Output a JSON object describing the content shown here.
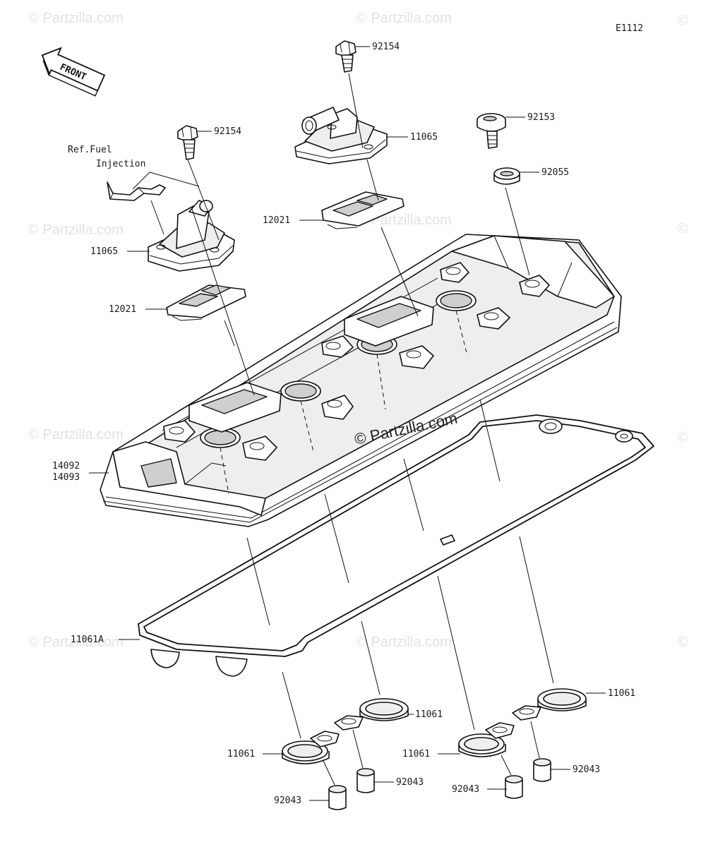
{
  "diagram_code": "E1112",
  "watermark": "Partzilla.com",
  "watermark_symbol": "©",
  "front_label": "FRONT",
  "reference_note": [
    "Ref.Fuel",
    "Injection"
  ],
  "callouts": {
    "bolt_center": "92154",
    "bolt_left": "92154",
    "cap_bolt_right": "92153",
    "breather_cover_center": "11065",
    "breather_cover_left": "11065",
    "plate_center": "12021",
    "plate_left": "12021",
    "washer_right": "92055",
    "cover_a": "14092",
    "cover_b": "14093",
    "head_gasket": "11061A",
    "seal_mid": "11061",
    "seal_right": "11061",
    "seal_left_low": "11061",
    "seal_center_low": "11061",
    "collar_1": "92043",
    "collar_2": "92043",
    "collar_3": "92043",
    "collar_4": "92043"
  },
  "colors": {
    "line": "#111111",
    "watermark": "#e2e2e2",
    "background": "#ffffff"
  }
}
